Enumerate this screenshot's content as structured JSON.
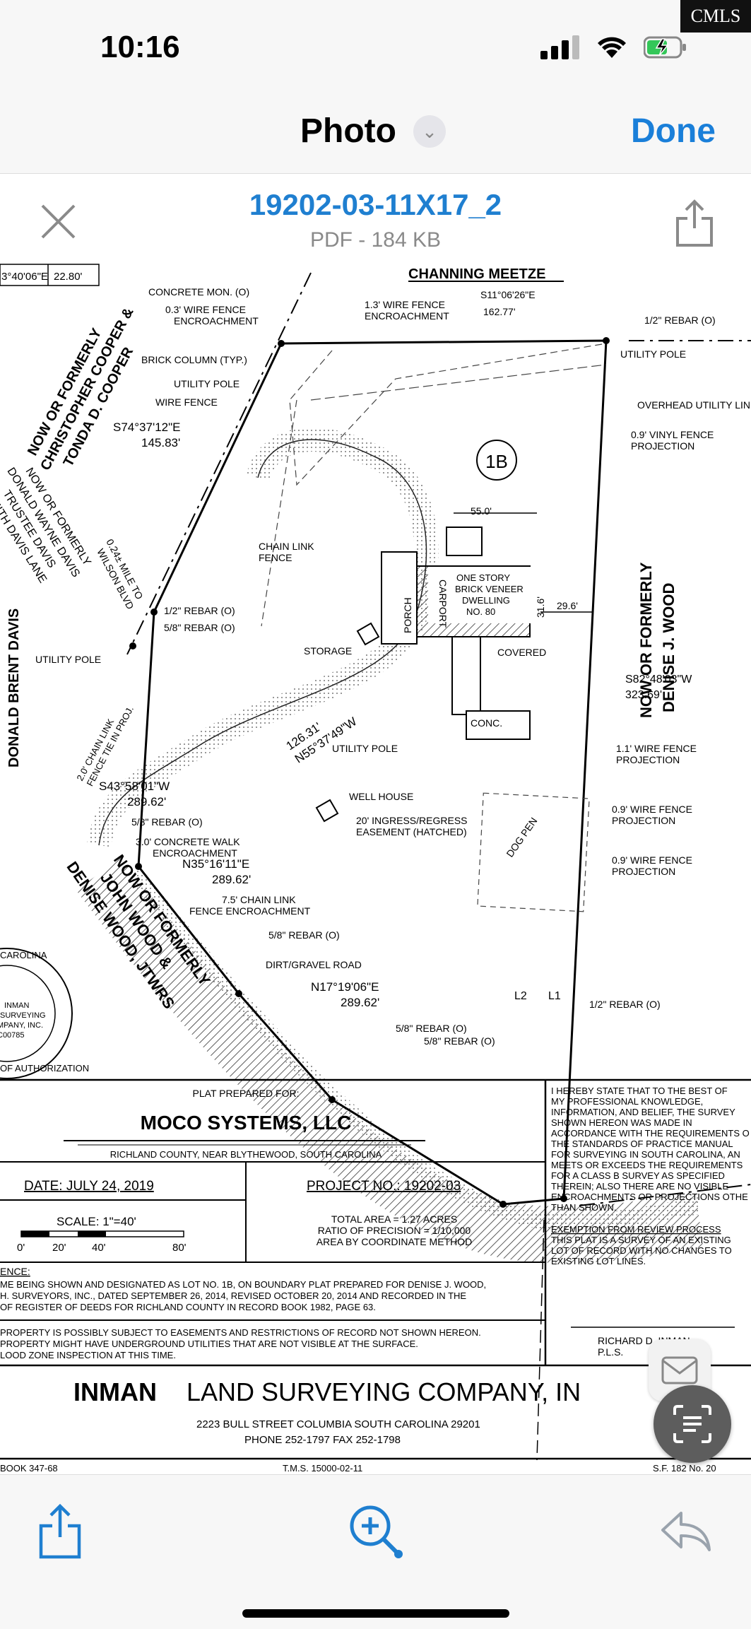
{
  "status": {
    "time": "10:16"
  },
  "watermark": "CMLS",
  "nav": {
    "title": "Photo",
    "done_label": "Done"
  },
  "viewer": {
    "file_name": "19202-03-11X17_2",
    "file_meta": "PDF - 184 KB"
  },
  "plat": {
    "top_left_table": [
      "3°40'06\"E",
      "22.80'"
    ],
    "header_owner": "CHANNING MEETZE",
    "left_owner_1": "NOW OR FORMERLY",
    "left_owner_2": "CHRISTOPHER COOPER &",
    "left_owner_3": "TONDA D. COOPER",
    "left_owner_4": "NOW OR FORMERLY",
    "left_owner_5": "DONALD WAYNE DAVIS",
    "left_owner_6": "TRUSTEE DAVIS",
    "left_owner_7": "SMITH DAVIS LANE",
    "left_owner_8": "DONALD BRENT DAVIS",
    "right_owner_1": "NOW OR FORMERLY",
    "right_owner_2": "DENISE J. WOOD",
    "bottom_owner_1": "NOW OR FORMERLY",
    "bottom_owner_2": "JOHN WOOD &",
    "bottom_owner_3": "DENISE WOOD, JTWRS",
    "lot_label": "1B",
    "labels": {
      "concrete_mon": "CONCRETE MON. (O)",
      "wire_fence_enc": "0.3' WIRE FENCE",
      "encroachment": "ENCROACHMENT",
      "fence_13": "1.3' WIRE FENCE",
      "encroachment2": "ENCROACHMENT",
      "bearing_top": "S11°06'26\"E",
      "dist_top": "162.77'",
      "rebar_tr": "1/2\" REBAR (O)",
      "utility_pole_tr": "UTILITY POLE",
      "overhead": "OVERHEAD UTILITY LINE",
      "vinyl_1": "0.9' VINYL FENCE",
      "vinyl_2": "PROJECTION",
      "brick_column": "BRICK COLUMN (TYP.)",
      "utility_pole_l": "UTILITY POLE",
      "wire_fence": "WIRE FENCE",
      "bearing_l": "S74°37'12\"E",
      "dist_l": "145.83'",
      "mile": "0.24± MILE TO",
      "wilson": "WILSON BLVD",
      "chain_link": "CHAIN LINK",
      "fence": "FENCE",
      "width_55": "55.0'",
      "porch": "PORCH",
      "carport": "CARPORT",
      "dwelling_1": "ONE STORY",
      "dwelling_2": "BRICK VENEER",
      "dwelling_3": "DWELLING",
      "dwelling_4": "NO. 80",
      "d316": "31.6'",
      "d296": "29.6'",
      "covered": "COVERED",
      "conc": "CONC.",
      "storage": "STORAGE",
      "rebar_12": "1/2\" REBAR (O)",
      "rebar_58": "5/8\" REBAR (O)",
      "utility_pole_l2": "UTILITY POLE",
      "chain_2": "2.0' CHAIN LINK",
      "chain_2b": "FENCE TIE IN PROJ.",
      "diag_dist": "126.31'",
      "diag_bearing": "N55°37'49\"W",
      "utility_pole_c": "UTILITY POLE",
      "bearing_r": "S82°48'03\"W",
      "dist_r": "323.69'",
      "wire11": "1.1' WIRE FENCE",
      "proj1": "PROJECTION",
      "bearing_s43": "S43°58'01\"W",
      "dist_s43": "289.62'",
      "rebar_58b": "5/8\" REBAR (O)",
      "walk_1": "3.0' CONCRETE WALK",
      "walk_2": "ENCROACHMENT",
      "well": "WELL HOUSE",
      "ingress_1": "20' INGRESS/REGRESS",
      "ingress_2": "EASEMENT (HATCHED)",
      "wire09a": "0.9' WIRE FENCE",
      "proj2": "PROJECTION",
      "dog_pen": "DOG PEN",
      "bearing_n35": "N35°16'11\"E",
      "dist_n35": "289.62'",
      "chain75_1": "7.5' CHAIN LINK",
      "chain75_2": "FENCE ENCROACHMENT",
      "wire09b": "0.9' WIRE FENCE",
      "proj3": "PROJECTION",
      "rebar_58c": "5/8\" REBAR (O)",
      "dirt_road": "DIRT/GRAVEL ROAD",
      "bearing_n17": "N17°19'06\"E",
      "dist_n17": "289.62'",
      "l2": "L2",
      "l1": "L1",
      "rebar_br": "1/2\" REBAR (O)",
      "rebar_b1": "5/8\" REBAR (O)",
      "rebar_b2": "5/8\" REBAR (O)",
      "seal_1": "CAROLINA",
      "seal_2": "INMAN",
      "seal_3": "SURVEYING",
      "seal_4": "MPANY, INC.",
      "seal_5": "C00785",
      "seal_6": "OF AUTHORIZATION"
    },
    "title_block": {
      "prepared_for": "PLAT PREPARED FOR:",
      "client": "MOCO SYSTEMS, LLC",
      "location": "RICHLAND COUNTY, NEAR BLYTHEWOOD, SOUTH CAROLINA",
      "date": "DATE:  JULY 24, 2019",
      "project": "PROJECT NO.: 19202-03",
      "scale": "SCALE: 1\"=40'",
      "scale_0": "0'",
      "scale_20": "20'",
      "scale_40": "40'",
      "scale_80": "80'",
      "area_1": "TOTAL AREA = 1.27 ACRES",
      "area_2": "RATIO OF PRECISION = 1/10,000",
      "area_3": "AREA BY COORDINATE METHOD",
      "ref_head": "ENCE:",
      "ref_1": "ME BEING SHOWN AND DESIGNATED AS LOT NO. 1B, ON BOUNDARY PLAT PREPARED FOR DENISE J. WOOD,",
      "ref_2": "H. SURVEYORS, INC., DATED SEPTEMBER 26, 2014, REVISED OCTOBER 20, 2014 AND RECORDED IN THE",
      "ref_3": "OF REGISTER OF DEEDS FOR RICHLAND COUNTY IN RECORD BOOK 1982, PAGE 63.",
      "note_1": "PROPERTY IS POSSIBLY SUBJECT TO EASEMENTS AND RESTRICTIONS OF RECORD NOT SHOWN HEREON.",
      "note_2": "PROPERTY MIGHT HAVE UNDERGROUND UTILITIES THAT ARE NOT VISIBLE AT THE SURFACE.",
      "note_3": "LOOD ZONE INSPECTION AT THIS TIME.",
      "cert_1": "I HEREBY STATE THAT TO THE BEST OF",
      "cert_2": "MY PROFESSIONAL KNOWLEDGE,",
      "cert_3": "INFORMATION, AND BELIEF, THE SURVEY",
      "cert_4": "SHOWN HEREON WAS MADE IN",
      "cert_5": "ACCORDANCE WITH THE REQUIREMENTS O",
      "cert_6": "THE STANDARDS OF PRACTICE MANUAL",
      "cert_7": "FOR SURVEYING IN SOUTH CAROLINA, AN",
      "cert_8": "MEETS OR EXCEEDS THE REQUIREMENTS",
      "cert_9": "FOR A CLASS B SURVEY AS SPECIFIED",
      "cert_10": "THEREIN; ALSO THERE ARE NO VISIBLE",
      "cert_11": "ENCROACHMENTS OR PROJECTIONS OTHE",
      "cert_12": "THAN SHOWN.",
      "exempt_head": "EXEMPTION FROM REVIEW PROCESS",
      "exempt_1": "THIS PLAT IS A SURVEY OF AN EXISTING",
      "exempt_2": "LOT OF RECORD WITH NO CHANGES TO",
      "exempt_3": "EXISTING LOT LINES.",
      "signer_1": "RICHARD D. INMAN",
      "signer_2": "P.L.S.",
      "company_1": "INMAN",
      "company_2": "LAND SURVEYING COMPANY, IN",
      "address": "2223 BULL STREET   COLUMBIA   SOUTH CAROLINA   29201",
      "phone": "PHONE 252-1797        FAX 252-1798",
      "book": "BOOK 347-68",
      "tms": "T.M.S. 15000-02-11",
      "sf": "S.F. 182 No. 20"
    }
  },
  "colors": {
    "accent": "#1f7fd0",
    "done": "#1a7fd9"
  },
  "icons": {
    "share": "share-icon",
    "search": "zoom-search-icon",
    "back": "undo-icon",
    "close": "close-icon",
    "mail": "mail-icon",
    "ocr": "text-scan-icon"
  }
}
